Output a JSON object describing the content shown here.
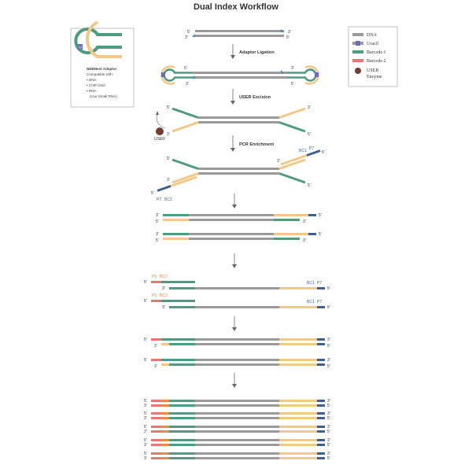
{
  "title": "Dual Index Workflow",
  "steps": {
    "ligation": "Adaptor Ligation",
    "excision": "USER Excision",
    "pcr": "PCR Enrichment"
  },
  "labels": {
    "five": "5'",
    "three": "3'",
    "user": "USER",
    "bc1": "BC1",
    "p7": "P7",
    "p5": "P5",
    "bc2": "BC2",
    "u": "U"
  },
  "adapter_box": {
    "title": "NEBNext Adaptor",
    "subtitle": "Compatible with:",
    "items": [
      "• DNA",
      "• ChIP DNA",
      "• RNA",
      "(non-Small RNA)"
    ]
  },
  "legend": [
    {
      "label": "DNA",
      "color": "#9a9a9a",
      "kind": "bar"
    },
    {
      "label": "Uracil",
      "color": "#6a6fb5",
      "kind": "uracil"
    },
    {
      "label": "Barcode 1",
      "color": "#4f9a80",
      "kind": "bar"
    },
    {
      "label": "Barcode 2",
      "color": "#e07a72",
      "kind": "bar"
    },
    {
      "label": "USER",
      "color": "#6e3c34",
      "kind": "circle"
    },
    {
      "label": "Enzyme",
      "color": "",
      "kind": "none"
    }
  ],
  "colors": {
    "dna": "#9a9a9a",
    "green": "#4f9a80",
    "tan": "#f2c888",
    "navy": "#3f5f90",
    "salmon": "#e07a72",
    "orange": "#e98a4a",
    "uracil": "#6a6fb5",
    "enzyme": "#6e3c34"
  }
}
